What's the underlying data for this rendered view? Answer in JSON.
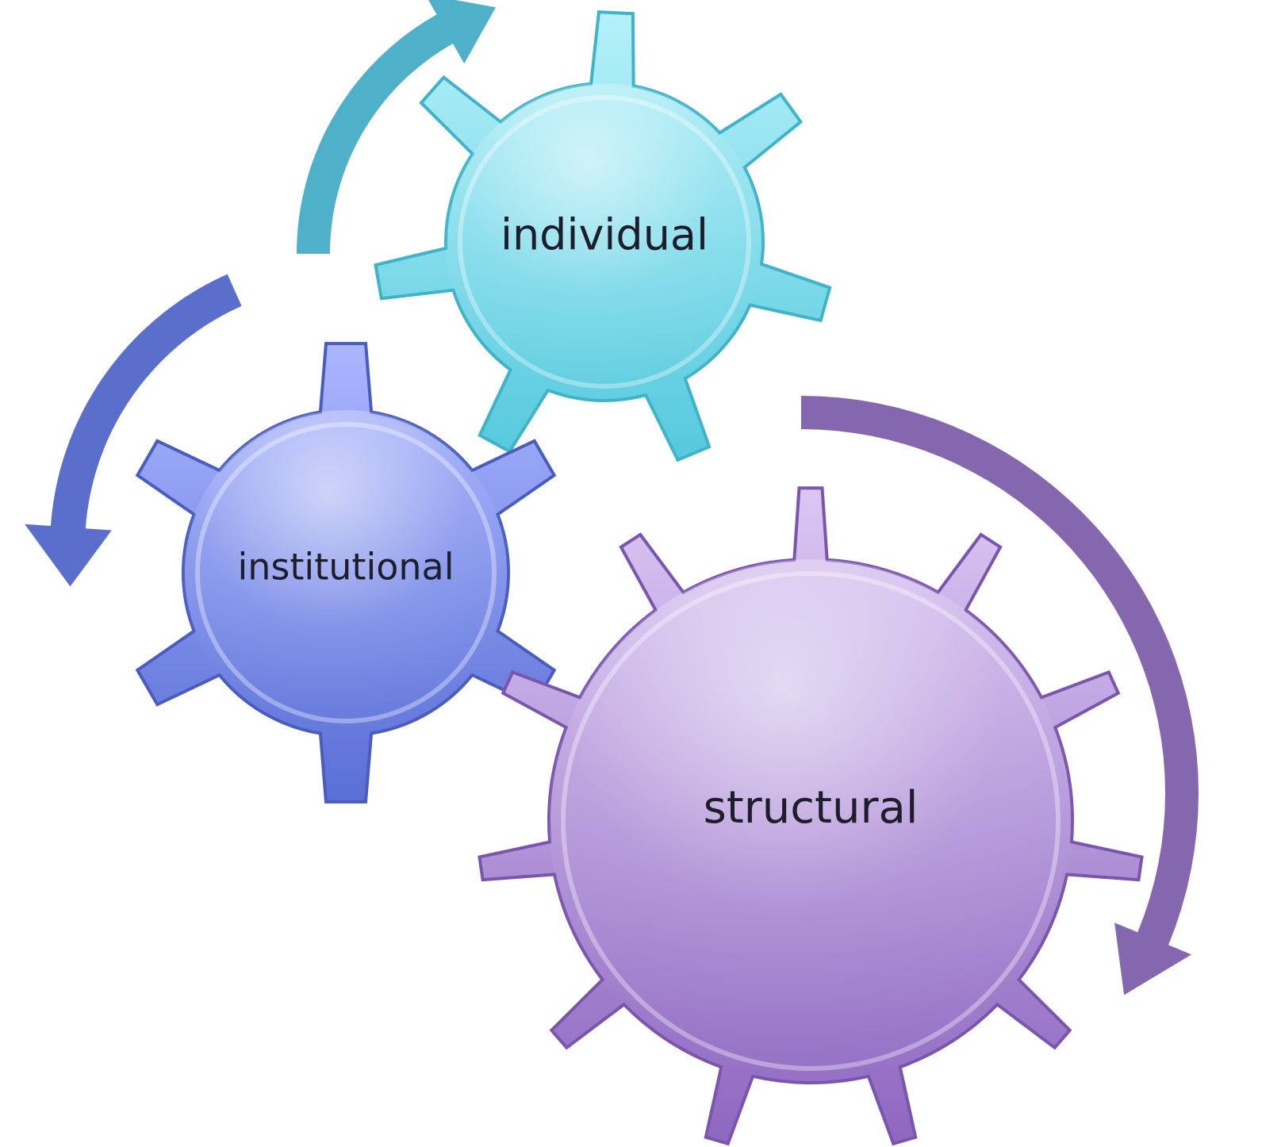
{
  "diagram": {
    "gears": [
      {
        "id": "individual",
        "label": "individual",
        "teeth": 7,
        "color_light": "#b5f1fa",
        "color_dark": "#55c9dd",
        "edge": "#3fb3c9"
      },
      {
        "id": "institutional",
        "label": "institutional",
        "teeth": 6,
        "color_light": "#aab6ff",
        "color_dark": "#5a6fd6",
        "edge": "#4a5cc0"
      },
      {
        "id": "structural",
        "label": "structural",
        "teeth": 11,
        "color_light": "#dac7f3",
        "color_dark": "#8e67c0",
        "edge": "#7a55ae"
      }
    ],
    "arrows": [
      {
        "id": "individual-arrow",
        "color": "#4fb0c9"
      },
      {
        "id": "institutional-arrow",
        "color": "#5a6fcc"
      },
      {
        "id": "structural-arrow",
        "color": "#8567b0"
      }
    ]
  }
}
